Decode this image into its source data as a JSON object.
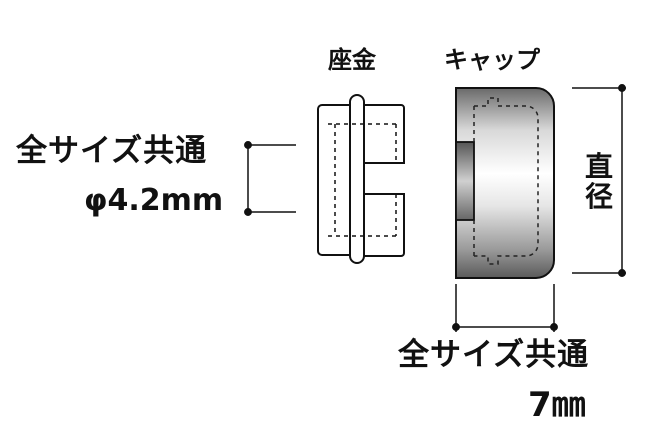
{
  "washer_label": "座金",
  "cap_label": "キャップ",
  "hole_common_label": "全サイズ共通",
  "hole_size": "φ4.2mm",
  "width_common_label": "全サイズ共通",
  "width_size": "7㎜",
  "diameter_label": "直径",
  "colors": {
    "line": "#111111",
    "cap_light": "#f2f2f2",
    "cap_dark": "#5a5a5a"
  }
}
